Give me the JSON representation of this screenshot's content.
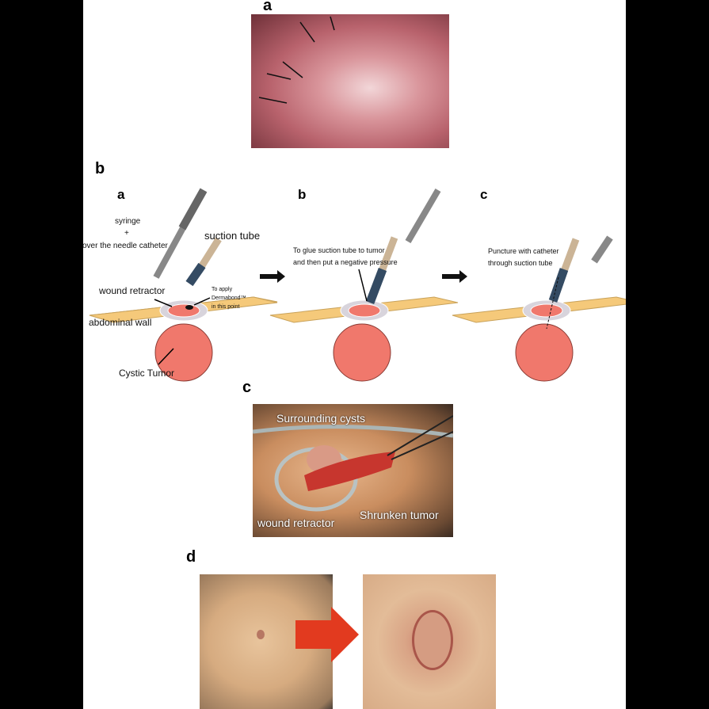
{
  "panels": {
    "a": {
      "label": "a"
    },
    "b": {
      "label": "b",
      "steps": [
        {
          "label": "a",
          "texts": {
            "syringe": "syringe",
            "plus": "+",
            "catheter": "over the needle catheter",
            "suction_tube": "suction tube",
            "wound_retractor": "wound retractor",
            "dermabond_1": "To apply",
            "dermabond_2": "Dermabond™",
            "dermabond_3": "in this point",
            "abdominal_wall": "abdominal wall",
            "cystic_tumor": "Cystic Tumor"
          }
        },
        {
          "label": "b",
          "texts": {
            "line1": "To glue suction tube to tumor",
            "line2": "and then put a negative pressure"
          }
        },
        {
          "label": "c",
          "texts": {
            "line1": "Puncture with catheter",
            "line2": "through suction tube"
          }
        }
      ]
    },
    "c": {
      "label": "c",
      "annotations": {
        "surrounding": "Surrounding cysts",
        "retractor": "wound retractor",
        "shrunken": "Shrunken tumor"
      }
    },
    "d": {
      "label": "d"
    }
  },
  "colors": {
    "tumor": "#f0786c",
    "wall": "#f5c97a",
    "arrow": "#e23a1f"
  }
}
